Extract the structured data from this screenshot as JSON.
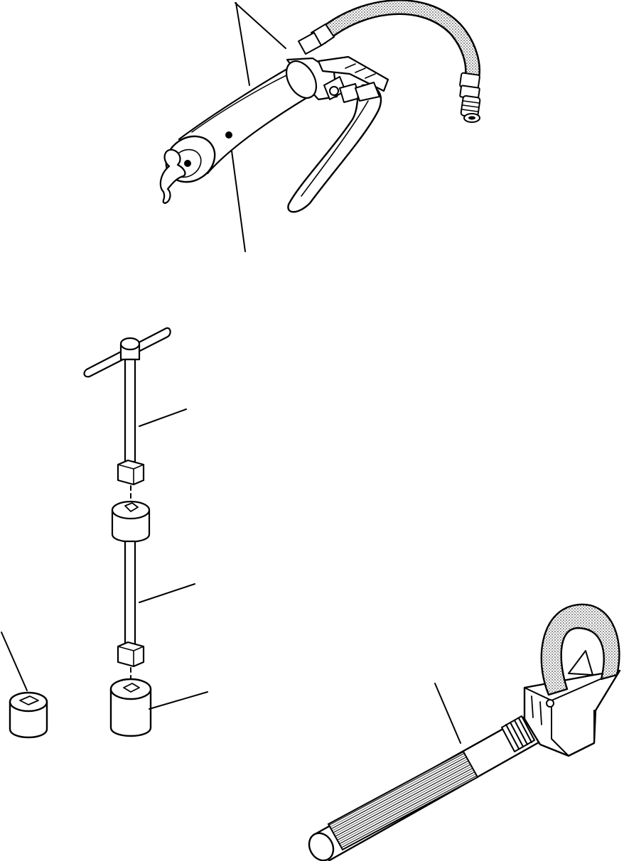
{
  "illustration": {
    "style": "black line-art exploded view",
    "colors": {
      "ink": "#000000",
      "paper": "#ffffff",
      "stipple": "#6e6e6e"
    },
    "parts": [
      {
        "id": "grease-gun",
        "icon": "grease-gun-icon"
      },
      {
        "id": "t-handle-wrench",
        "icon": "t-handle-wrench-icon"
      },
      {
        "id": "extension-bar",
        "icon": "extension-bar-icon"
      },
      {
        "id": "large-socket",
        "icon": "socket-icon"
      },
      {
        "id": "small-socket",
        "icon": "socket-icon"
      },
      {
        "id": "threaded-puller",
        "icon": "threaded-puller-icon"
      }
    ]
  }
}
